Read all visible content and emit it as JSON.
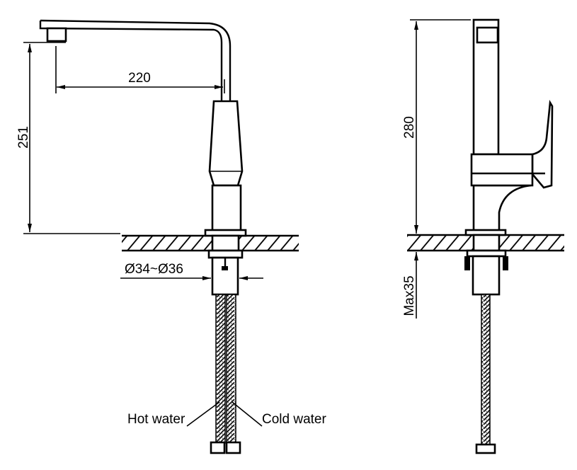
{
  "front_view": {
    "dim_reach": "220",
    "dim_height": "251",
    "dim_hole": "Ø34~Ø36",
    "hot_label": "Hot water",
    "cold_label": "Cold water"
  },
  "side_view": {
    "dim_height": "280",
    "dim_max_thickness": "Max35"
  },
  "colors": {
    "line": "#000000",
    "background": "#ffffff"
  }
}
